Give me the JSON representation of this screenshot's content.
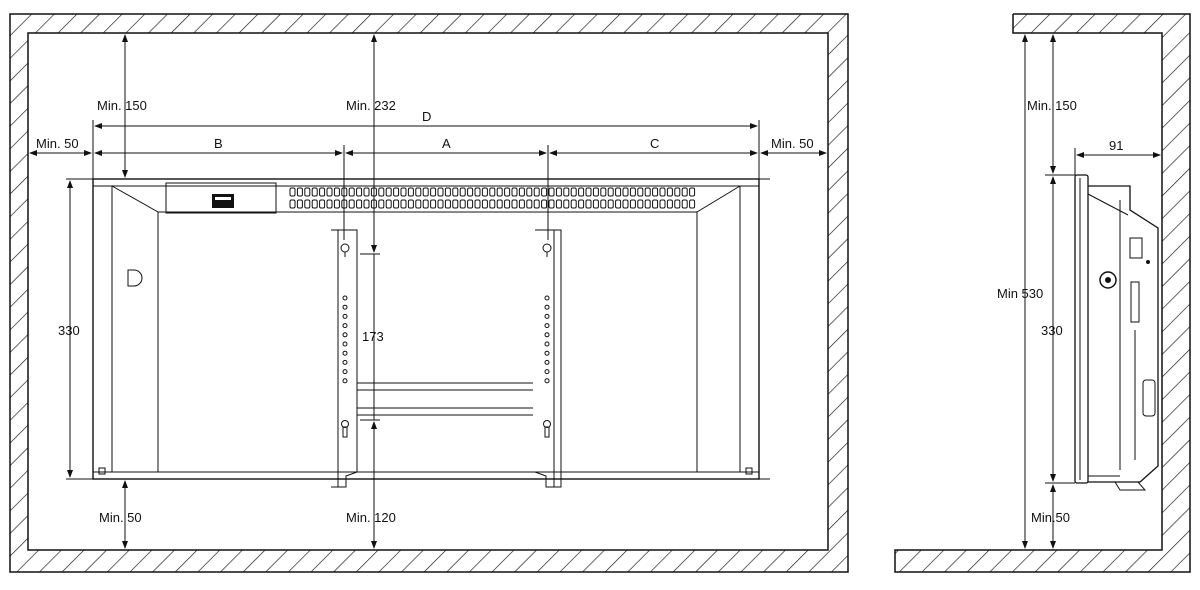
{
  "front_view": {
    "clearances": {
      "top": "Min. 150",
      "bracket_top": "Min. 232",
      "left": "Min. 50",
      "right": "Min. 50",
      "bottom": "Min. 50",
      "bracket_bottom": "Min. 120"
    },
    "widths": {
      "overall": "D",
      "left_part": "B",
      "bracket_spacing": "A",
      "right_part": "C"
    },
    "heights": {
      "body": "330",
      "bracket_hole_spacing": "173"
    }
  },
  "side_view": {
    "top": "Min. 150",
    "overall": "Min 530",
    "body": "330",
    "bottom": "Min.50",
    "depth": "91"
  }
}
